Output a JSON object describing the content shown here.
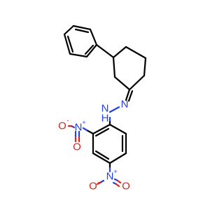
{
  "molecule": {
    "atoms": {
      "hydrazone_n_upper": {
        "symbol": "N"
      },
      "hydrazone_nh": {
        "symbol": "N",
        "suffix": "H"
      },
      "nitro2_n": {
        "symbol": "N",
        "charge": "+"
      },
      "nitro2_o_left": {
        "symbol": "O",
        "charge": "-"
      },
      "nitro2_o_lower": {
        "symbol": "O"
      },
      "nitro4_n": {
        "symbol": "N",
        "charge": "+"
      },
      "nitro4_o_left": {
        "symbol": "O",
        "charge": "-"
      },
      "nitro4_o_right": {
        "symbol": "O"
      }
    },
    "colors": {
      "carbon_bond": "#000000",
      "nitrogen": "#2340e0",
      "oxygen": "#e0201a"
    }
  }
}
